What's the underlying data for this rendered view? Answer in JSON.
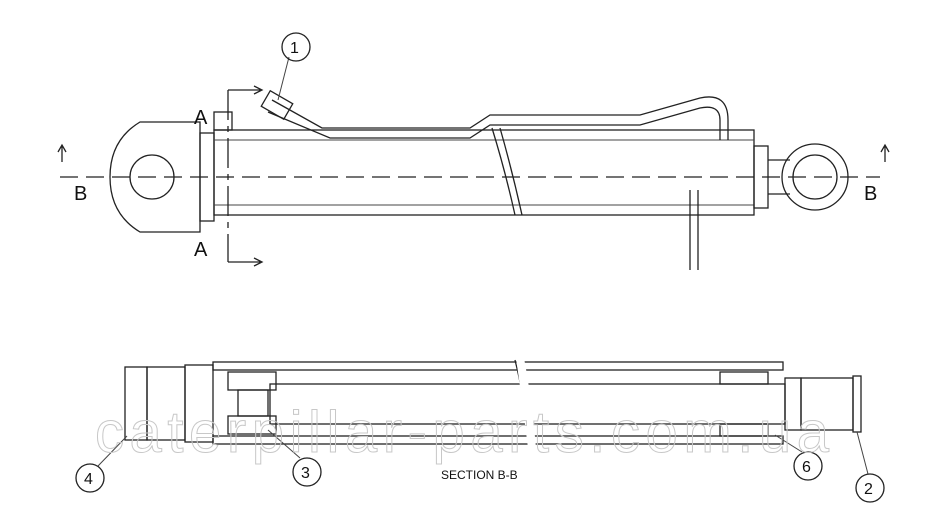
{
  "diagram": {
    "section_markers": {
      "a_top": "A",
      "a_bottom": "A",
      "b_left": "B",
      "b_right": "B"
    },
    "section_title": "SECTION B-B",
    "callouts": [
      {
        "id": "callout-1",
        "label": "1"
      },
      {
        "id": "callout-4",
        "label": "4"
      },
      {
        "id": "callout-3",
        "label": "3"
      },
      {
        "id": "callout-6",
        "label": "6"
      },
      {
        "id": "callout-2",
        "label": "2"
      }
    ],
    "watermark": "caterpillar-parts.com.ua"
  }
}
